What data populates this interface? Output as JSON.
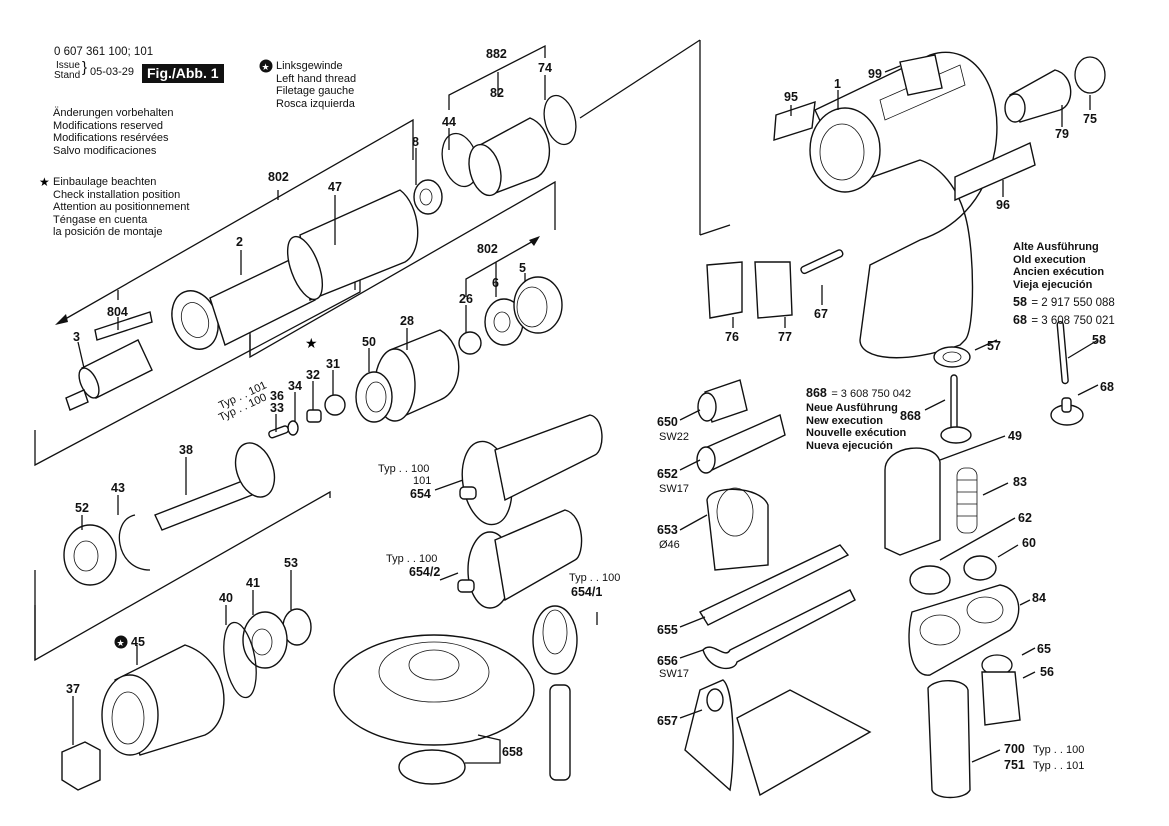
{
  "header": {
    "part_number": "0 607 361 100; 101",
    "issue_label": "Issue",
    "stand_label": "Stand",
    "date": "05-03-29",
    "figure": "Fig./Abb. 1"
  },
  "notes": {
    "modifications": [
      "Änderungen vorbehalten",
      "Modifications reserved",
      "Modifications resérvées",
      "Salvo modificaciones"
    ],
    "left_thread": [
      "Linksgewinde",
      "Left hand thread",
      "Filetage gauche",
      "Rosca izquierda"
    ],
    "installation": [
      "Einbaulage beachten",
      "Check installation position",
      "Attention au positionnement",
      "Téngase en cuenta",
      "la posición de montaje"
    ],
    "old_execution": {
      "lines": [
        "Alte Ausführung",
        "Old execution",
        "Ancien exécution",
        "Vieja ejecución"
      ],
      "parts": [
        {
          "id": "58",
          "number": "= 2 917 550 088"
        },
        {
          "id": "68",
          "number": "= 3 608 750 021"
        }
      ]
    },
    "new_execution": {
      "part": {
        "id": "868",
        "number": "= 3 608 750 042"
      },
      "lines": [
        "Neue Ausführung",
        "New execution",
        "Nouvelle exécution",
        "Nueva ejecución"
      ]
    }
  },
  "labels": {
    "p882": "882",
    "p74": "74",
    "p82": "82",
    "p44": "44",
    "p8": "8",
    "p802a": "802",
    "p47": "47",
    "p2": "2",
    "p804": "804",
    "p3": "3",
    "p802b": "802",
    "p5": "5",
    "p6": "6",
    "p26": "26",
    "p28": "28",
    "p50": "50",
    "p31": "31",
    "p32": "32",
    "p34": "34",
    "p36": "36",
    "p33": "33",
    "p38": "38",
    "p43": "43",
    "p52": "52",
    "p53": "53",
    "p41": "41",
    "p40": "40",
    "p45": "45",
    "p37": "37",
    "p654": "654",
    "p654_2": "654/2",
    "p654_1": "654/1",
    "p658": "658",
    "p650": "650",
    "p652": "652",
    "p653": "653",
    "p655": "655",
    "p656": "656",
    "p657": "657",
    "p95": "95",
    "p1": "1",
    "p99": "99",
    "p79": "79",
    "p75": "75",
    "p96": "96",
    "p76": "76",
    "p77": "77",
    "p67": "67",
    "p57": "57",
    "p58": "58",
    "p68": "68",
    "p868": "868",
    "p49": "49",
    "p83": "83",
    "p62": "62",
    "p60": "60",
    "p84": "84",
    "p65": "65",
    "p56": "56",
    "p700": "700",
    "p751": "751"
  },
  "sublabels": {
    "typ101_36": "Typ . . 101",
    "typ100_33": "Typ . . 100",
    "typ654_a": "Typ . . 100",
    "typ654_b": "101",
    "typ654_2": "Typ . . 100",
    "typ654_1": "Typ . . 100",
    "sw22": "SW22",
    "sw17_652": "SW17",
    "d46": "Ø46",
    "sw17_656": "SW17",
    "typ700": "Typ . . 100",
    "typ751": "Typ . . 101"
  }
}
